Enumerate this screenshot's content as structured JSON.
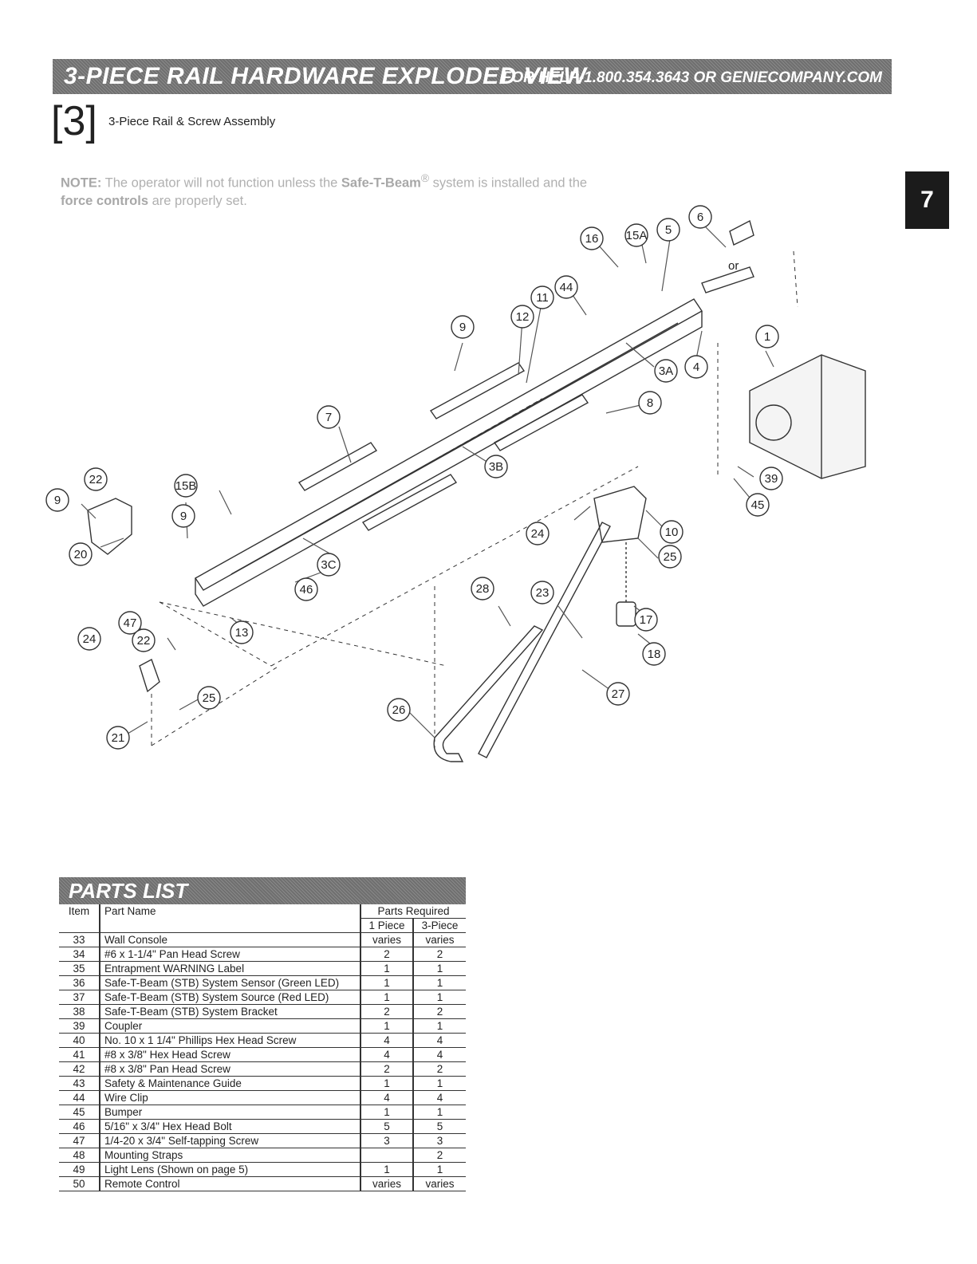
{
  "header": {
    "title": "3-PIECE RAIL HARDWARE EXPLODED VIEW",
    "help": "FOR HELP-1.800.354.3643 OR GENIECOMPANY.COM"
  },
  "section": {
    "number": "[3]",
    "title": "3-Piece Rail & Screw Assembly"
  },
  "note": {
    "label": "NOTE:",
    "text1": " The operator will not function unless the ",
    "safe_t_beam": "Safe-T-Beam",
    "reg": "®",
    "text2": " system is installed and the ",
    "force_controls": "force controls",
    "text3": " are properly set."
  },
  "chapter_tab": "7",
  "diagram": {
    "callouts": [
      "16",
      "15A",
      "5",
      "6",
      "44",
      "11",
      "12",
      "9",
      "3A",
      "4",
      "1",
      "8",
      "7",
      "3B",
      "22",
      "9",
      "15B",
      "9",
      "20",
      "3C",
      "46",
      "24",
      "10",
      "25",
      "28",
      "23",
      "17",
      "18",
      "47",
      "22",
      "24",
      "13",
      "27",
      "25",
      "26",
      "21",
      "39",
      "45"
    ],
    "or_label": "or"
  },
  "parts_list": {
    "title": "PARTS LIST",
    "col_item": "Item",
    "col_name": "Part Name",
    "col_required": "Parts Required",
    "col_one": "1 Piece",
    "col_three": "3-Piece",
    "rows": [
      {
        "item": "33",
        "name": "Wall Console",
        "one": "varies",
        "three": "varies"
      },
      {
        "item": "34",
        "name": "#6 x 1-1/4\" Pan Head Screw",
        "one": "2",
        "three": "2"
      },
      {
        "item": "35",
        "name": "Entrapment WARNING Label",
        "one": "1",
        "three": "1"
      },
      {
        "item": "36",
        "name": "Safe-T-Beam (STB) System Sensor (Green LED)",
        "one": "1",
        "three": "1"
      },
      {
        "item": "37",
        "name": "Safe-T-Beam (STB) System Source (Red LED)",
        "one": "1",
        "three": "1"
      },
      {
        "item": "38",
        "name": "Safe-T-Beam (STB) System Bracket",
        "one": "2",
        "three": "2"
      },
      {
        "item": "39",
        "name": "Coupler",
        "one": "1",
        "three": "1"
      },
      {
        "item": "40",
        "name": "No. 10 x 1 1/4\" Phillips Hex Head Screw",
        "one": "4",
        "three": "4"
      },
      {
        "item": "41",
        "name": "#8 x 3/8\" Hex Head Screw",
        "one": "4",
        "three": "4"
      },
      {
        "item": "42",
        "name": "#8 x 3/8\" Pan Head Screw",
        "one": "2",
        "three": "2"
      },
      {
        "item": "43",
        "name": "Safety & Maintenance Guide",
        "one": "1",
        "three": "1"
      },
      {
        "item": "44",
        "name": "Wire Clip",
        "one": "4",
        "three": "4"
      },
      {
        "item": "45",
        "name": "Bumper",
        "one": "1",
        "three": "1"
      },
      {
        "item": "46",
        "name": "5/16\" x 3/4\" Hex Head Bolt",
        "one": "5",
        "three": "5"
      },
      {
        "item": "47",
        "name": "1/4-20 x 3/4\" Self-tapping Screw",
        "one": "3",
        "three": "3"
      },
      {
        "item": "48",
        "name": "Mounting Straps",
        "one": "",
        "three": "2"
      },
      {
        "item": "49",
        "name": "Light Lens (Shown on page 5)",
        "one": "1",
        "three": "1"
      },
      {
        "item": "50",
        "name": "Remote Control",
        "one": "varies",
        "three": "varies"
      }
    ]
  }
}
